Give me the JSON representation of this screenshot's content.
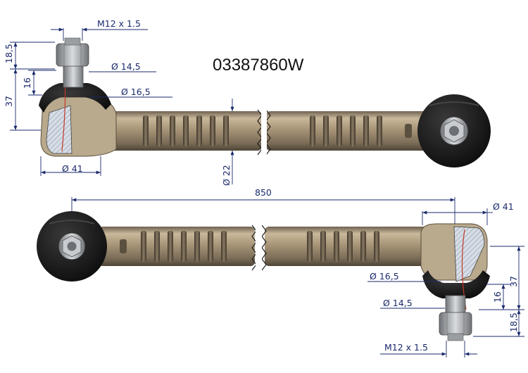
{
  "part_number": "03387860W",
  "top_view": {
    "thread_label": "M12 x 1.5",
    "dim_18_5": "18,5",
    "dim_16": "16",
    "dim_37": "37",
    "dia_14_5": "Ø 14,5",
    "dia_16_5": "Ø 16,5",
    "dia_41": "Ø 41",
    "dia_22": "Ø 22"
  },
  "bottom_view": {
    "length_850": "850",
    "dia_41": "Ø 41",
    "dia_16_5": "Ø 16,5",
    "dim_37": "37",
    "dim_16": "16",
    "dia_14_5": "Ø 14,5",
    "dim_18_5": "18,5",
    "thread_label": "M12 x 1.5"
  },
  "colors": {
    "dimension": "#1a2a6c",
    "rod": "#a89476",
    "rubber": "#1c1c1c",
    "section": "#cfd6e0"
  }
}
